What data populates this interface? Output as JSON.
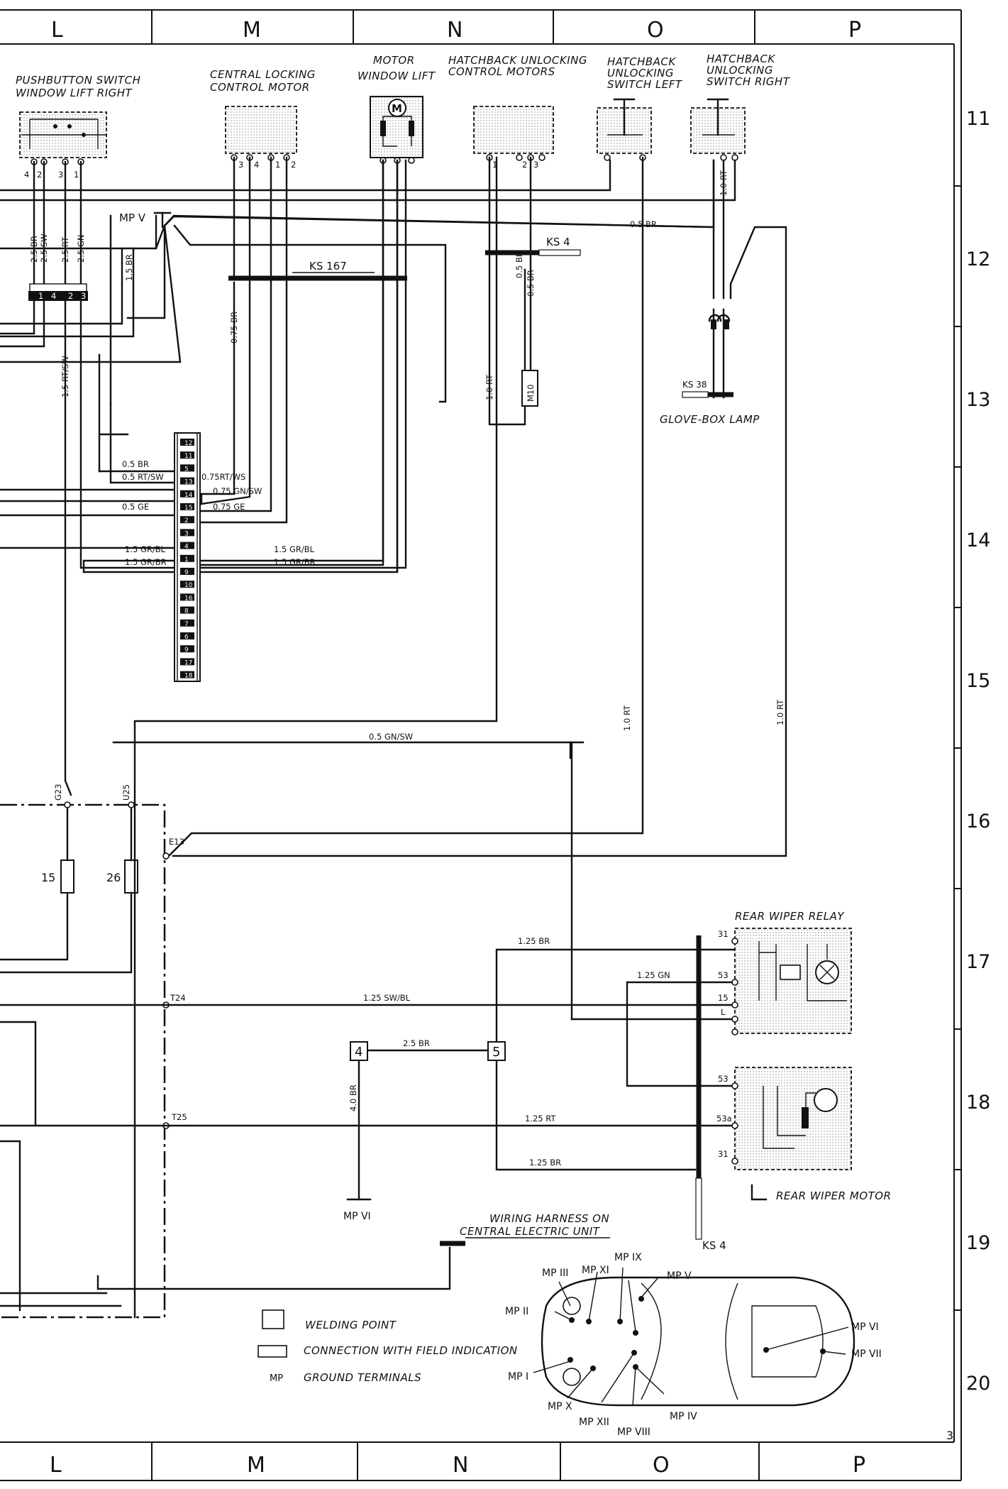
{
  "columns": [
    "L",
    "M",
    "N",
    "O",
    "P"
  ],
  "rows": [
    "11",
    "12",
    "13",
    "14",
    "15",
    "16",
    "17",
    "18",
    "19",
    "20"
  ],
  "page_number": "3",
  "components": {
    "pushbutton": {
      "line1": "PUSHBUTTON SWITCH",
      "line2": "WINDOW LIFT RIGHT",
      "pins": [
        "4",
        "2",
        "3",
        "1"
      ]
    },
    "central_locking": {
      "line1": "CENTRAL LOCKING",
      "line2": "CONTROL MOTOR",
      "pins": [
        "3",
        "4",
        "1",
        "2"
      ]
    },
    "motor_window": {
      "line1": "MOTOR",
      "line2": "WINDOW LIFT",
      "symbol": "M"
    },
    "hatch_motors": {
      "line1": "HATCHBACK UNLOCKING",
      "line2": "CONTROL MOTORS",
      "pins": [
        "1",
        "2",
        "3"
      ]
    },
    "hatch_switch_left": {
      "line1": "HATCHBACK",
      "line2": "UNLOCKING",
      "line3": "SWITCH LEFT"
    },
    "hatch_switch_right": {
      "line1": "HATCHBACK",
      "line2": "UNLOCKING",
      "line3": "SWITCH RIGHT"
    },
    "glove_box": {
      "label": "GLOVE-BOX LAMP",
      "ks": "KS 38"
    },
    "rear_wiper_relay": {
      "label": "REAR WIPER RELAY",
      "terminals": [
        "31",
        "53",
        "15",
        "L"
      ]
    },
    "rear_wiper_motor": {
      "label": "REAR WIPER MOTOR",
      "terminals": [
        "53",
        "53a",
        "31"
      ]
    },
    "harness": {
      "line1": "WIRING HARNESS ON",
      "line2": "CENTRAL ELECTRIC UNIT",
      "ks": "KS 4"
    }
  },
  "connectors": {
    "mp5": "MP V",
    "mp6": "MP VI",
    "ks167": "KS 167",
    "ks4": "KS 4",
    "m10": "M10",
    "plug_pins": [
      "1",
      "4",
      "2",
      "3"
    ],
    "terminal_strip": [
      "12",
      "11",
      "5",
      "13",
      "14",
      "15",
      "2",
      "3",
      "4",
      "1",
      "9",
      "10",
      "16",
      "8",
      "7",
      "6",
      "9",
      "17",
      "18"
    ],
    "g23": "G23",
    "u25": "U25",
    "e13": "E13",
    "t24": "T24",
    "t25": "T25",
    "fuse15": "15",
    "fuse26": "26",
    "weld4": "4",
    "weld5": "5"
  },
  "wires": {
    "br25": "2.5 BR",
    "sw25": "2.5 SW",
    "rt25": "2.5 RT",
    "gn25": "2.5 GN",
    "br15": "1.5 BR",
    "rtsw15": "1.5 RT/SW",
    "br075": "0.75 BR",
    "br05a": "0.5 BR",
    "br05b": "0.5 BR",
    "rt10a": "1.0 RT",
    "br05c": "0.5 BR",
    "rt10b": "1.0 RT",
    "s_br05": "0.5 BR",
    "s_rtsw05": "0.5 RT/SW",
    "s_ge05": "0.5 GE",
    "s_rtws": "0.75RT/WS",
    "s_gnsw": "0.75 GN/SW",
    "s_ge075": "0.75 GE",
    "grbl_l": "1.5 GR/BL",
    "grbr_l": "1.5 GR/BR",
    "grbl_r": "1.5 GR/BL",
    "grbr_r": "1.5 GR/BR",
    "rt10c": "1.0 RT",
    "rt10d": "1.0 RT",
    "gnsw05": "0.5 GN/SW",
    "br125a": "1.25 BR",
    "gn125": "1.25 GN",
    "swbl125": "1.25 SW/BL",
    "br25b": "2.5 BR",
    "br40": "4.0 BR",
    "rt125": "1.25 RT",
    "br125b": "1.25 BR"
  },
  "legend": {
    "welding": "WELDING POINT",
    "connection": "CONNECTION WITH FIELD INDICATION",
    "mp_abbr": "MP",
    "ground": "GROUND TERMINALS"
  },
  "car": {
    "mp1": "MP I",
    "mp2": "MP II",
    "mp3": "MP III",
    "mp4": "MP IV",
    "mp5": "MP V",
    "mp6": "MP VI",
    "mp7": "MP VII",
    "mp8": "MP VIII",
    "mp9": "MP IX",
    "mp10": "MP X",
    "mp11": "MP XI",
    "mp12": "MP XII"
  }
}
